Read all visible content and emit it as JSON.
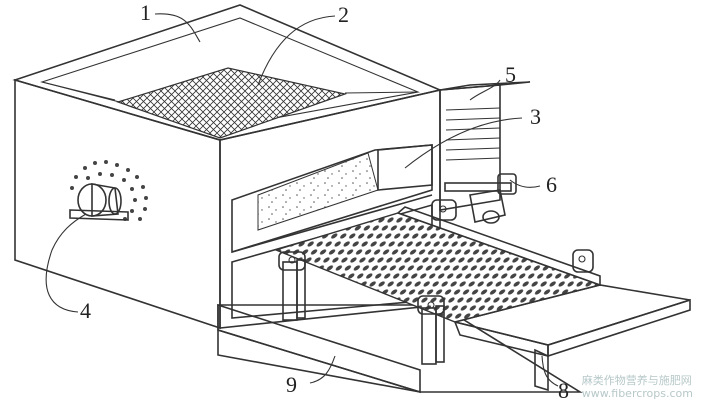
{
  "diagram": {
    "labels": [
      {
        "id": "label-1",
        "text": "1"
      },
      {
        "id": "label-2",
        "text": "2"
      },
      {
        "id": "label-3",
        "text": "3"
      },
      {
        "id": "label-4",
        "text": "4"
      },
      {
        "id": "label-5",
        "text": "5"
      },
      {
        "id": "label-6",
        "text": "6"
      },
      {
        "id": "label-8",
        "text": "8"
      },
      {
        "id": "label-9",
        "text": "9"
      }
    ]
  },
  "watermark": {
    "line1": "麻类作物营养与施肥网",
    "line2": "www.fibercrops.com"
  },
  "colors": {
    "line": "#333333",
    "background": "#ffffff",
    "watermark": "#b7c8c8"
  }
}
